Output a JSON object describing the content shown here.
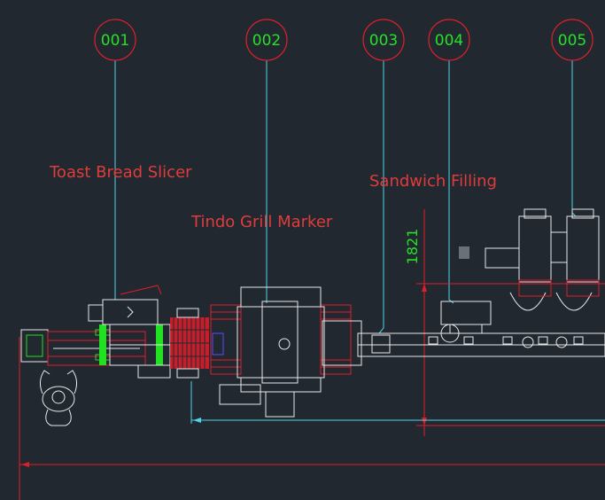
{
  "balloons": [
    {
      "id": "001"
    },
    {
      "id": "002"
    },
    {
      "id": "003"
    },
    {
      "id": "004"
    },
    {
      "id": "005"
    }
  ],
  "labels": {
    "slicer": "Toast Bread Slicer",
    "grill": "Tindo Grill Marker",
    "filling": "Sandwich Filling"
  },
  "dimension": "1821",
  "colors": {
    "background": "#212830",
    "balloon": "#e0202a",
    "balloon_text": "#28e028",
    "leader": "#4fd4e6",
    "label_text": "#e03c3c",
    "equipment": "#e8e8e8",
    "red_parts": "#e21d2a",
    "green_parts": "#22e022",
    "dimension_line": "#e21d2a",
    "dimension_text": "#28e028"
  }
}
